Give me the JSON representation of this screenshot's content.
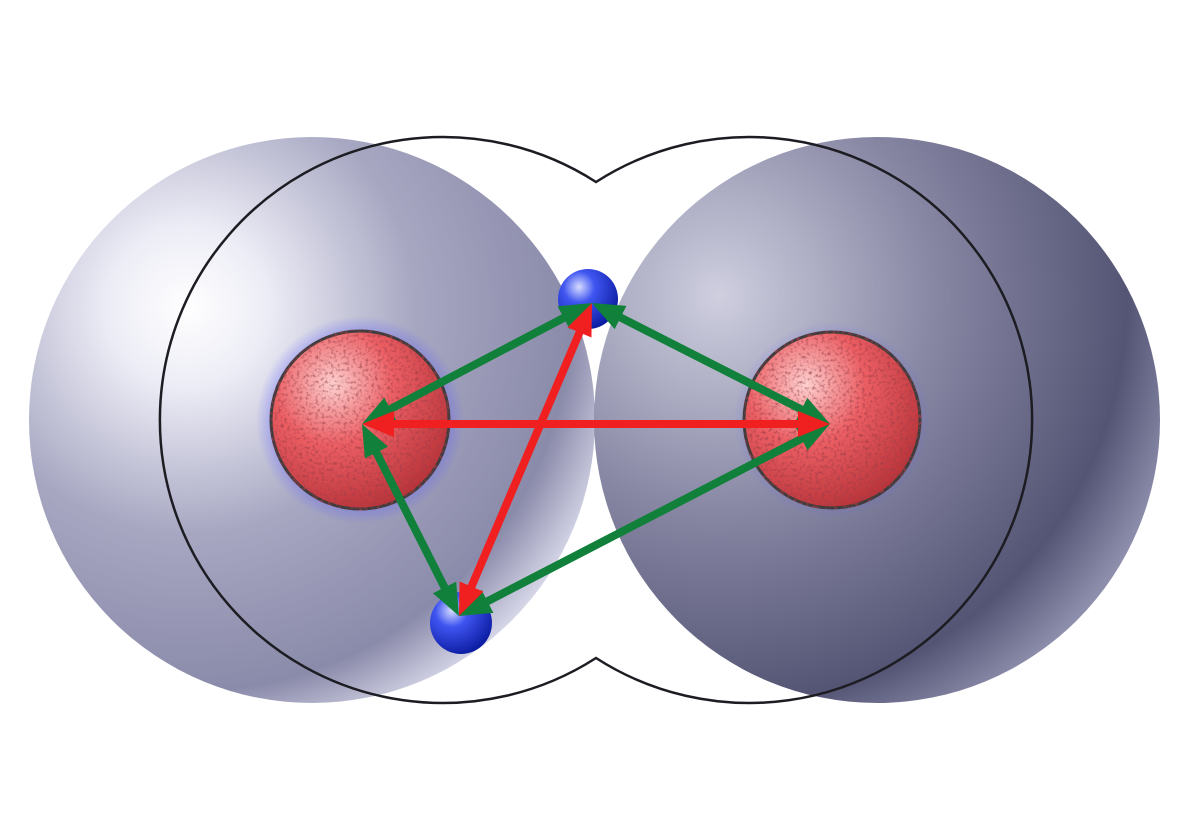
{
  "colors": {
    "background": "#ffffff",
    "cloud_highlight": "#ffffff",
    "cloud_mid": "#9a9ab4",
    "cloud_dark": "#4e4e6e",
    "outline": "#1c1c22",
    "nucleus_fill": "#e9585c",
    "nucleus_light": "#ffd6d6",
    "nucleus_dark": "#7a1f24",
    "electron_fill": "#1730e0",
    "electron_light": "#c9d2ff",
    "attraction_arrow": "#10803a",
    "repulsion_arrow": "#f02020"
  },
  "particles": {
    "nuclei": [
      "nucleus-left",
      "nucleus-right"
    ],
    "electrons": [
      "electron-top",
      "electron-bottom"
    ]
  },
  "interactions": {
    "attraction": [
      [
        "nucleus-left",
        "electron-top"
      ],
      [
        "nucleus-right",
        "electron-top"
      ],
      [
        "nucleus-left",
        "electron-bottom"
      ],
      [
        "nucleus-right",
        "electron-bottom"
      ]
    ],
    "repulsion": [
      [
        "nucleus-left",
        "nucleus-right"
      ],
      [
        "electron-top",
        "electron-bottom"
      ]
    ]
  }
}
